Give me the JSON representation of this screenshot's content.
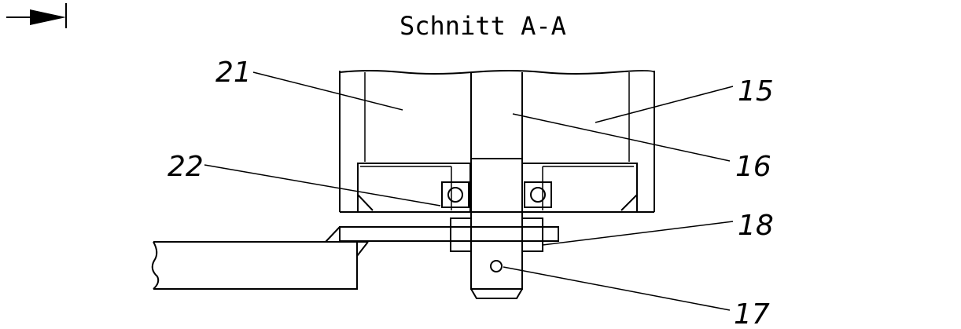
{
  "title": "Schnitt A-A",
  "labels": {
    "l21": "21",
    "l15": "15",
    "l22": "22",
    "l16": "16",
    "l18": "18",
    "l17": "17"
  },
  "icons": {
    "section_arrow": "section-view-arrow-icon"
  }
}
